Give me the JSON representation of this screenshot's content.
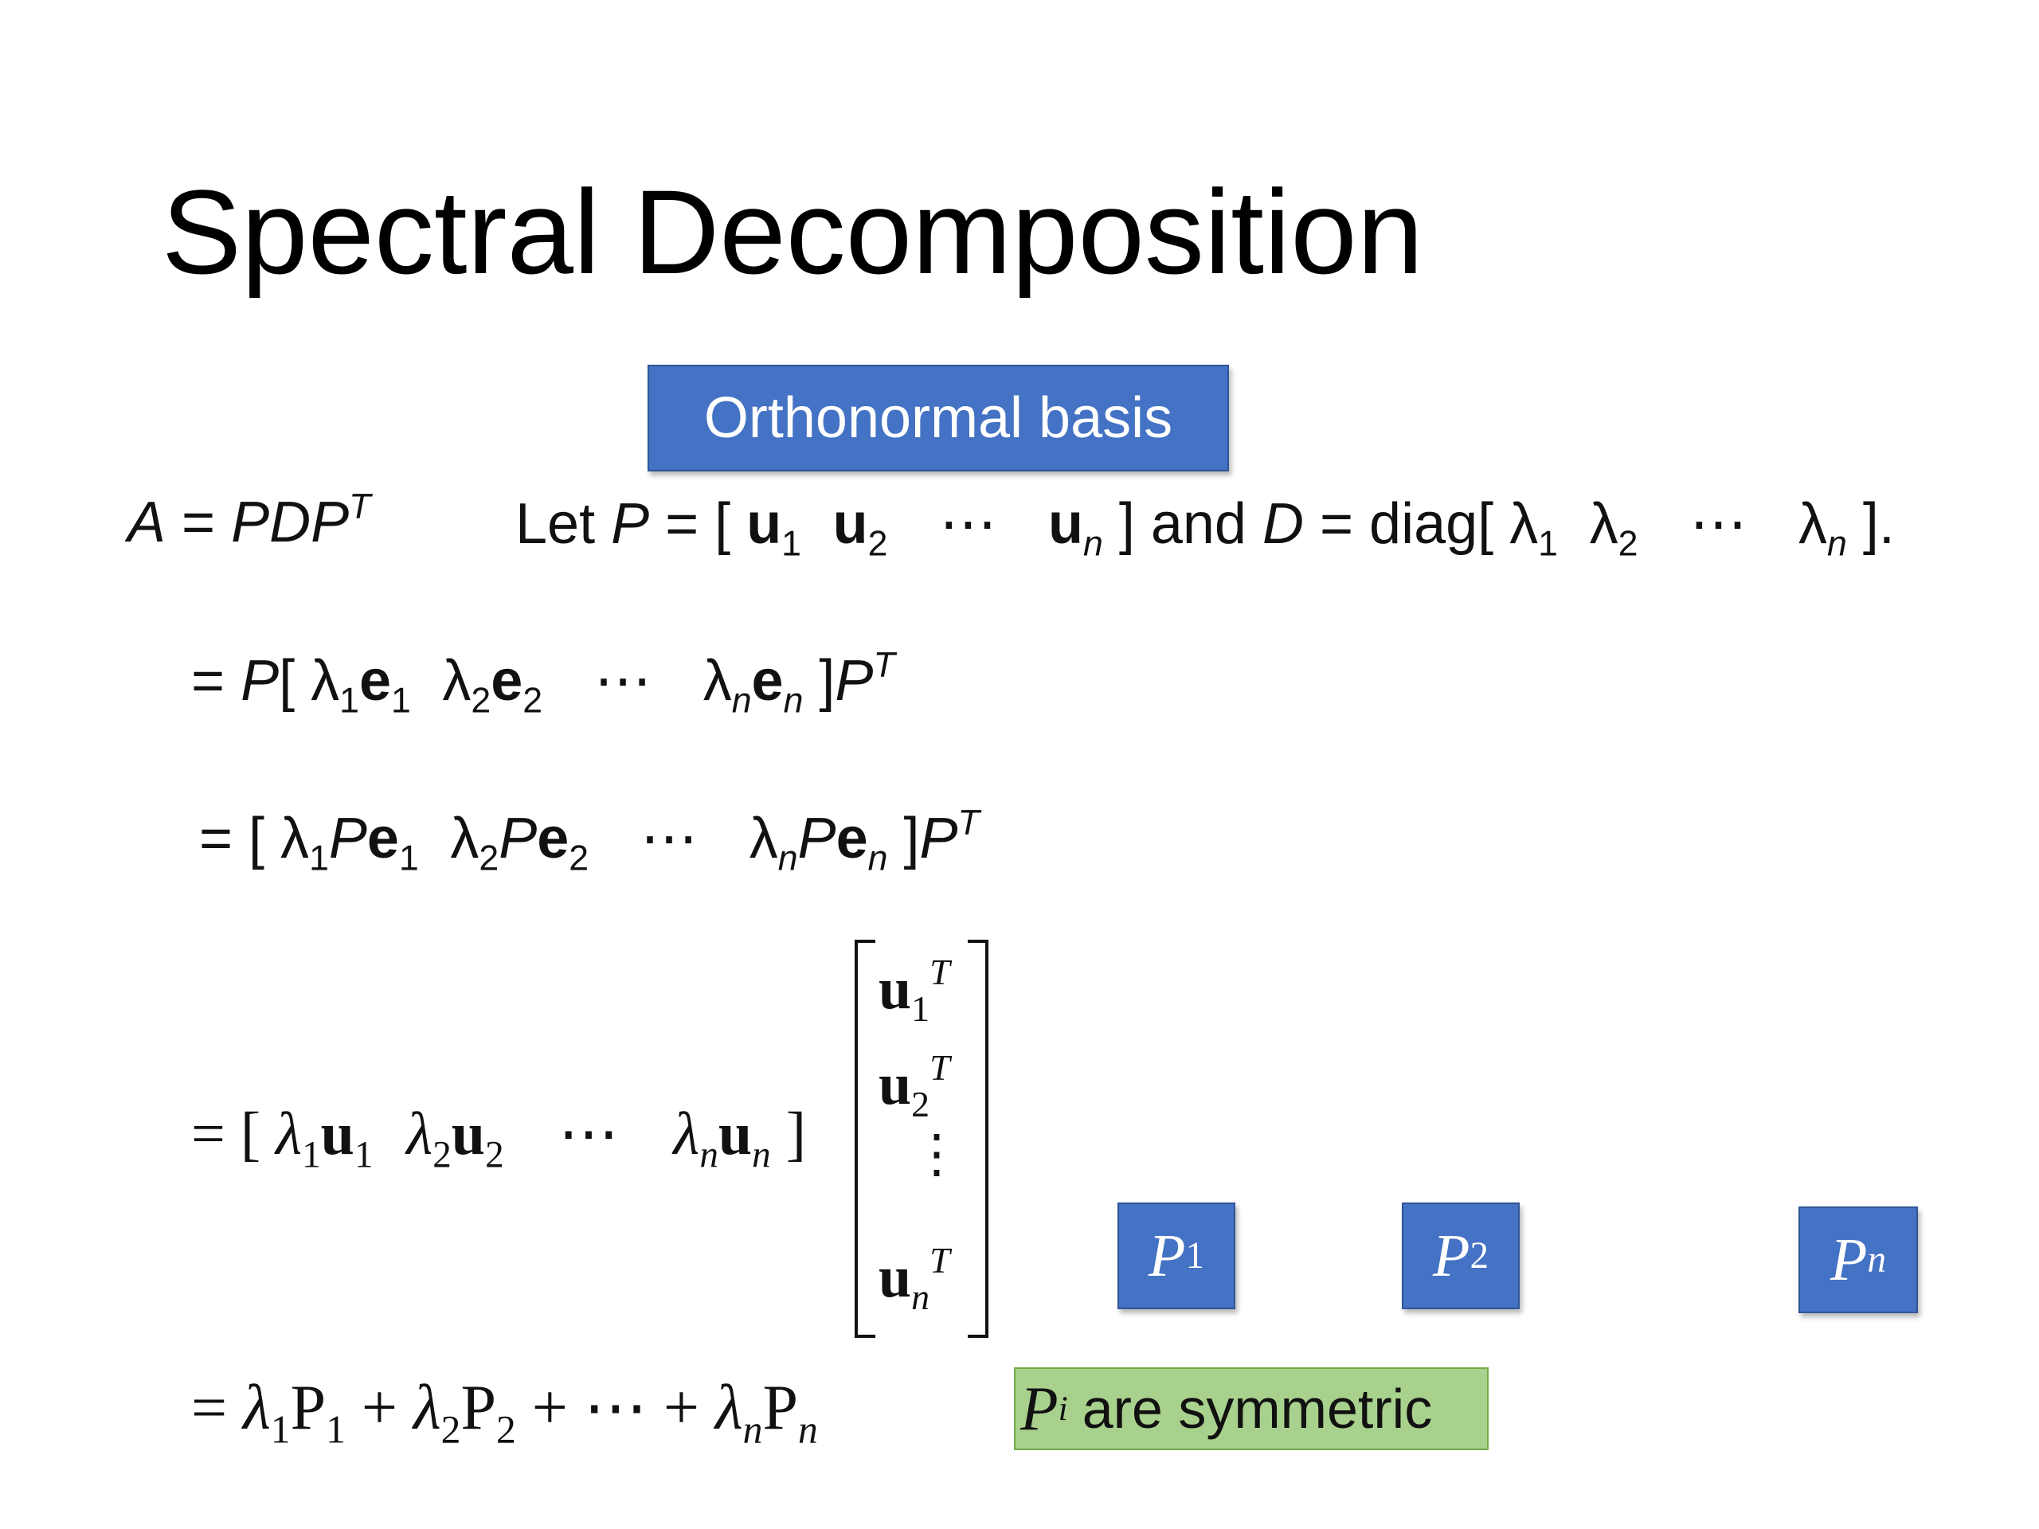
{
  "slide": {
    "title": "Spectral Decomposition",
    "ortho_label": "Orthonormal basis",
    "symmetric_label": "are symmetric",
    "pbox_labels": [
      "P",
      "P",
      "P"
    ],
    "pbox_subs": [
      "1",
      "2",
      "n"
    ]
  }
}
